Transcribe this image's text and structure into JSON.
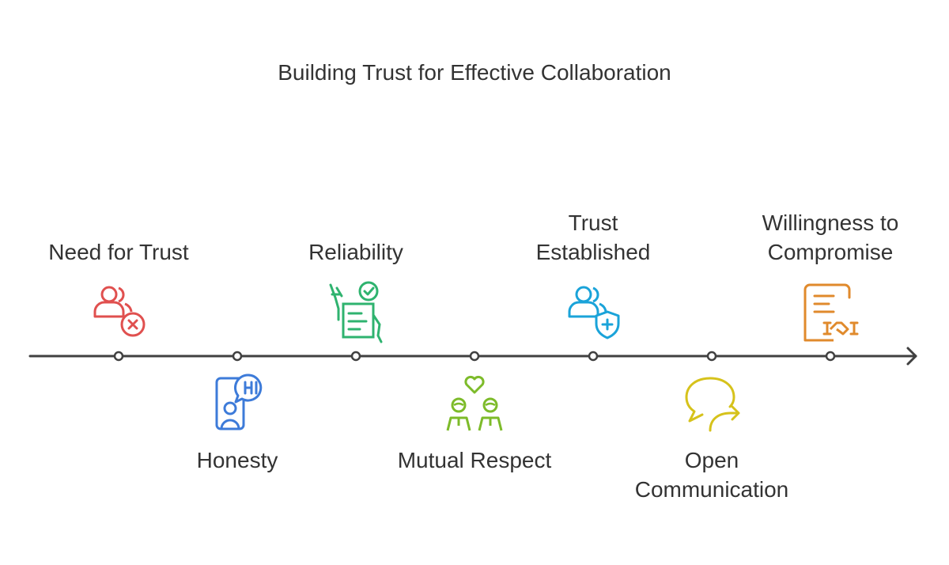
{
  "title": "Building Trust for Effective Collaboration",
  "steps": [
    {
      "label": "Need for Trust",
      "position": "above",
      "icon": "users-x-icon",
      "color": "#e0504f"
    },
    {
      "label": "Honesty",
      "position": "below",
      "icon": "phone-hi-chat-icon",
      "color": "#3d7bd9"
    },
    {
      "label": "Reliability",
      "position": "above",
      "icon": "checklist-hand-icon",
      "color": "#2fb36f"
    },
    {
      "label": "Mutual Respect",
      "position": "below",
      "icon": "two-people-heart-icon",
      "color": "#7dbb2a"
    },
    {
      "label": "Trust\nEstablished",
      "position": "above",
      "icon": "users-shield-icon",
      "color": "#1aa3d9"
    },
    {
      "label": "Open\nCommunication",
      "position": "below",
      "icon": "speech-bubbles-icon",
      "color": "#d6c21b"
    },
    {
      "label": "Willingness to\nCompromise",
      "position": "above",
      "icon": "contract-handshake-icon",
      "color": "#e08a2c"
    }
  ],
  "colors": {
    "line": "#404040",
    "text": "#333333"
  }
}
